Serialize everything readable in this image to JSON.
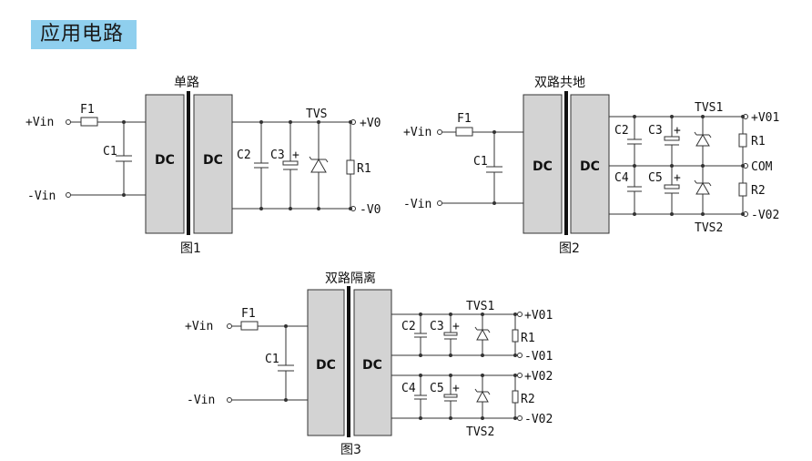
{
  "title": "应用电路",
  "fig1": {
    "heading": "单路",
    "caption": "图1",
    "dc_in": "DC",
    "dc_out": "DC",
    "vin_pos": "+Vin",
    "vin_neg": "-Vin",
    "f1": "F1",
    "c1": "C1",
    "c2": "C2",
    "c3": "C3",
    "plus": "+",
    "tvs": "TVS",
    "r1": "R1",
    "vo_pos": "+V0",
    "vo_neg": "-V0"
  },
  "fig2": {
    "heading": "双路共地",
    "caption": "图2",
    "dc_in": "DC",
    "dc_out": "DC",
    "vin_pos": "+Vin",
    "vin_neg": "-Vin",
    "f1": "F1",
    "c1": "C1",
    "c2": "C2",
    "c3": "C3",
    "c4": "C4",
    "c5": "C5",
    "plus": "+",
    "tvs1": "TVS1",
    "tvs2": "TVS2",
    "r1": "R1",
    "r2": "R2",
    "vo1_pos": "+V01",
    "com": "COM",
    "vo2_neg": "-V02"
  },
  "fig3": {
    "heading": "双路隔离",
    "caption": "图3",
    "dc_in": "DC",
    "dc_out": "DC",
    "vin_pos": "+Vin",
    "vin_neg": "-Vin",
    "f1": "F1",
    "c1": "C1",
    "c2": "C2",
    "c3": "C3",
    "c4": "C4",
    "c5": "C5",
    "plus": "+",
    "tvs1": "TVS1",
    "tvs2": "TVS2",
    "r1": "R1",
    "r2": "R2",
    "vo1_pos": "+V01",
    "vo1_neg": "-V01",
    "vo2_pos": "+V02",
    "vo2_neg": "-V02"
  }
}
